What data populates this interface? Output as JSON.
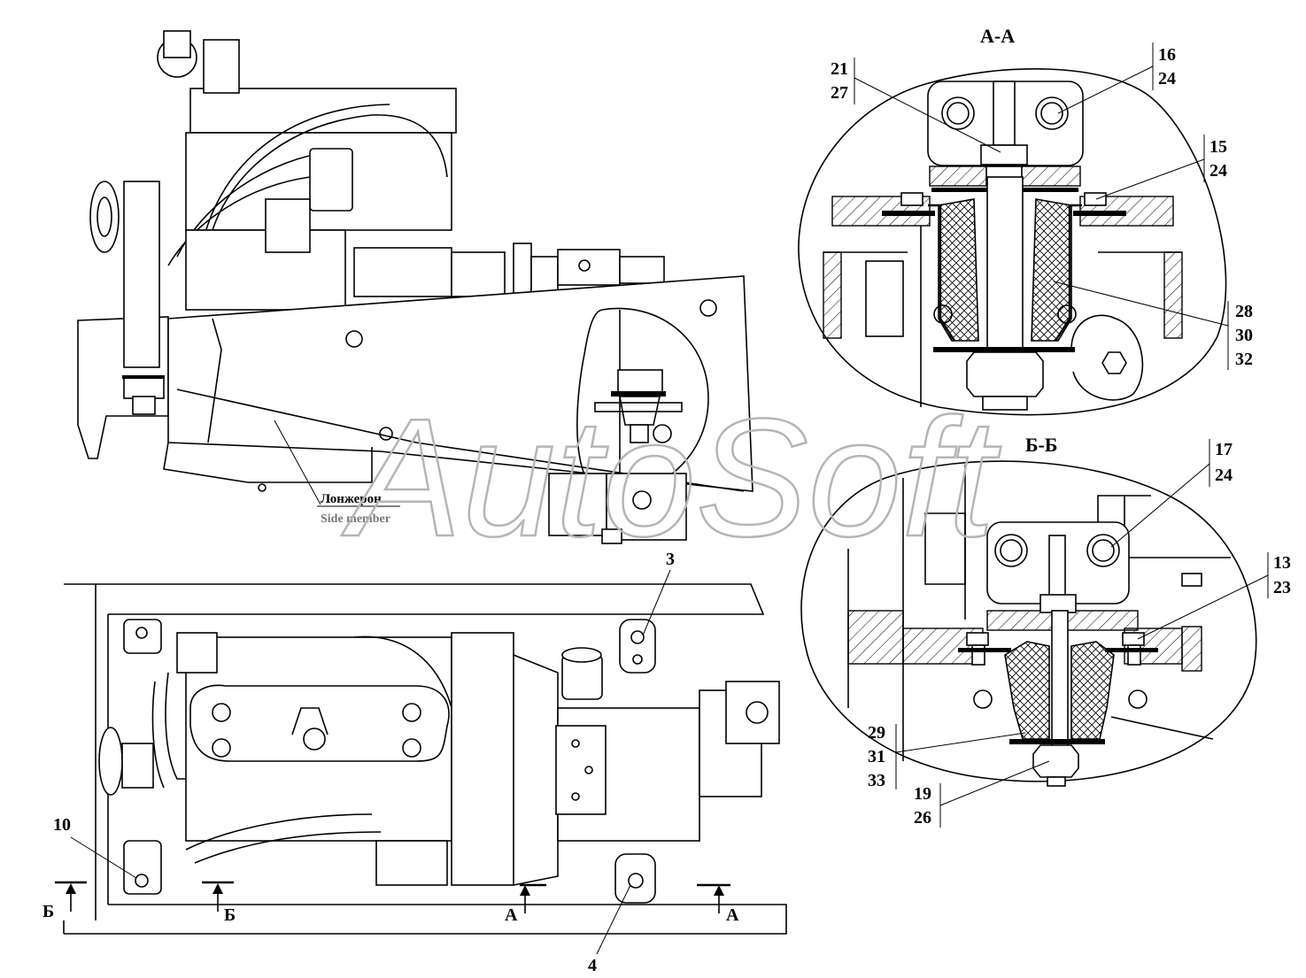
{
  "sections": {
    "aa_title": "А-А",
    "bb_title": "Б-Б"
  },
  "longeron": {
    "ru": "Лонжерон",
    "en": "Side member"
  },
  "watermark": "AutoSoft",
  "callouts_aa": [
    {
      "id": "c-21-27",
      "lines": [
        "21",
        "27"
      ]
    },
    {
      "id": "c-16-24",
      "lines": [
        "16",
        "24"
      ]
    },
    {
      "id": "c-15-24",
      "lines": [
        "15",
        "24"
      ]
    },
    {
      "id": "c-28-30-32",
      "lines": [
        "28",
        "30",
        "32"
      ]
    }
  ],
  "callouts_bb": [
    {
      "id": "c-17-24",
      "lines": [
        "17",
        "24"
      ]
    },
    {
      "id": "c-13-23",
      "lines": [
        "13",
        "23"
      ]
    },
    {
      "id": "c-29-31-33",
      "lines": [
        "29",
        "31",
        "33"
      ]
    },
    {
      "id": "c-19-26",
      "lines": [
        "19",
        "26"
      ]
    }
  ],
  "callouts_plan": [
    {
      "id": "c-3",
      "text": "3"
    },
    {
      "id": "c-4",
      "text": "4"
    },
    {
      "id": "c-10",
      "text": "10"
    }
  ],
  "cut_markers": [
    {
      "id": "cut-b-left",
      "text": "Б"
    },
    {
      "id": "cut-b-right",
      "text": "Б"
    },
    {
      "id": "cut-a-left",
      "text": "А"
    },
    {
      "id": "cut-a-right",
      "text": "А"
    }
  ]
}
